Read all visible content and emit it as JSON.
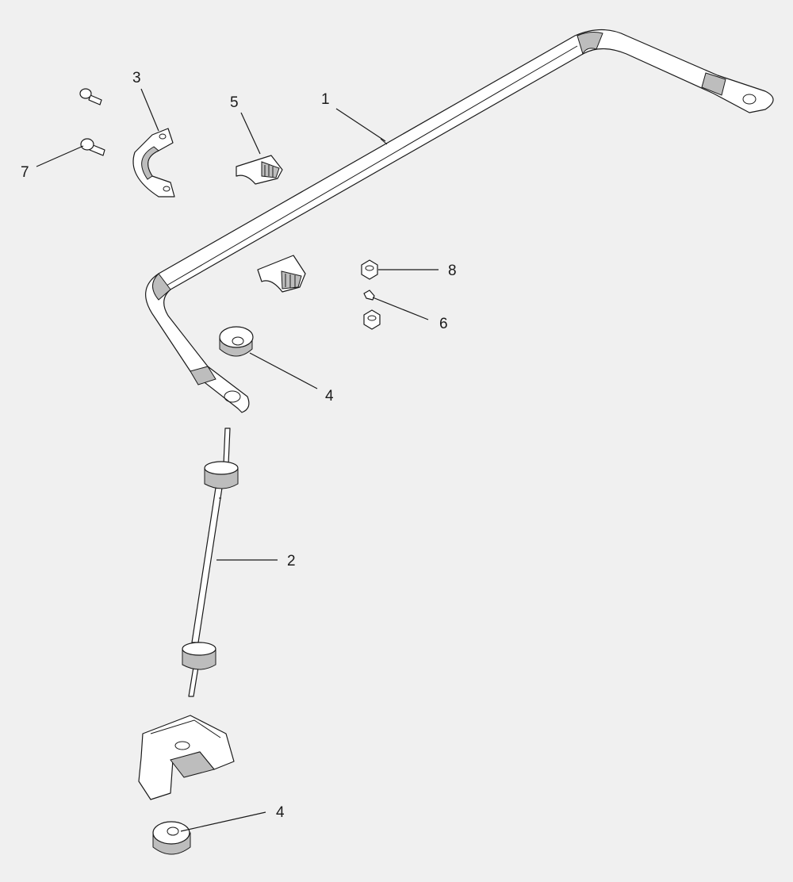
{
  "callouts": {
    "bar": "1",
    "link": "2",
    "clamp": "3",
    "bushing_upper": "4",
    "bushing_lower": "4",
    "bushing_half": "5",
    "grease_fitting": "6",
    "bolt": "7",
    "nut": "8"
  },
  "colors": {
    "background": "#f0f0f0",
    "line": "#1a1a1a",
    "shade": "#bdbdbd"
  }
}
